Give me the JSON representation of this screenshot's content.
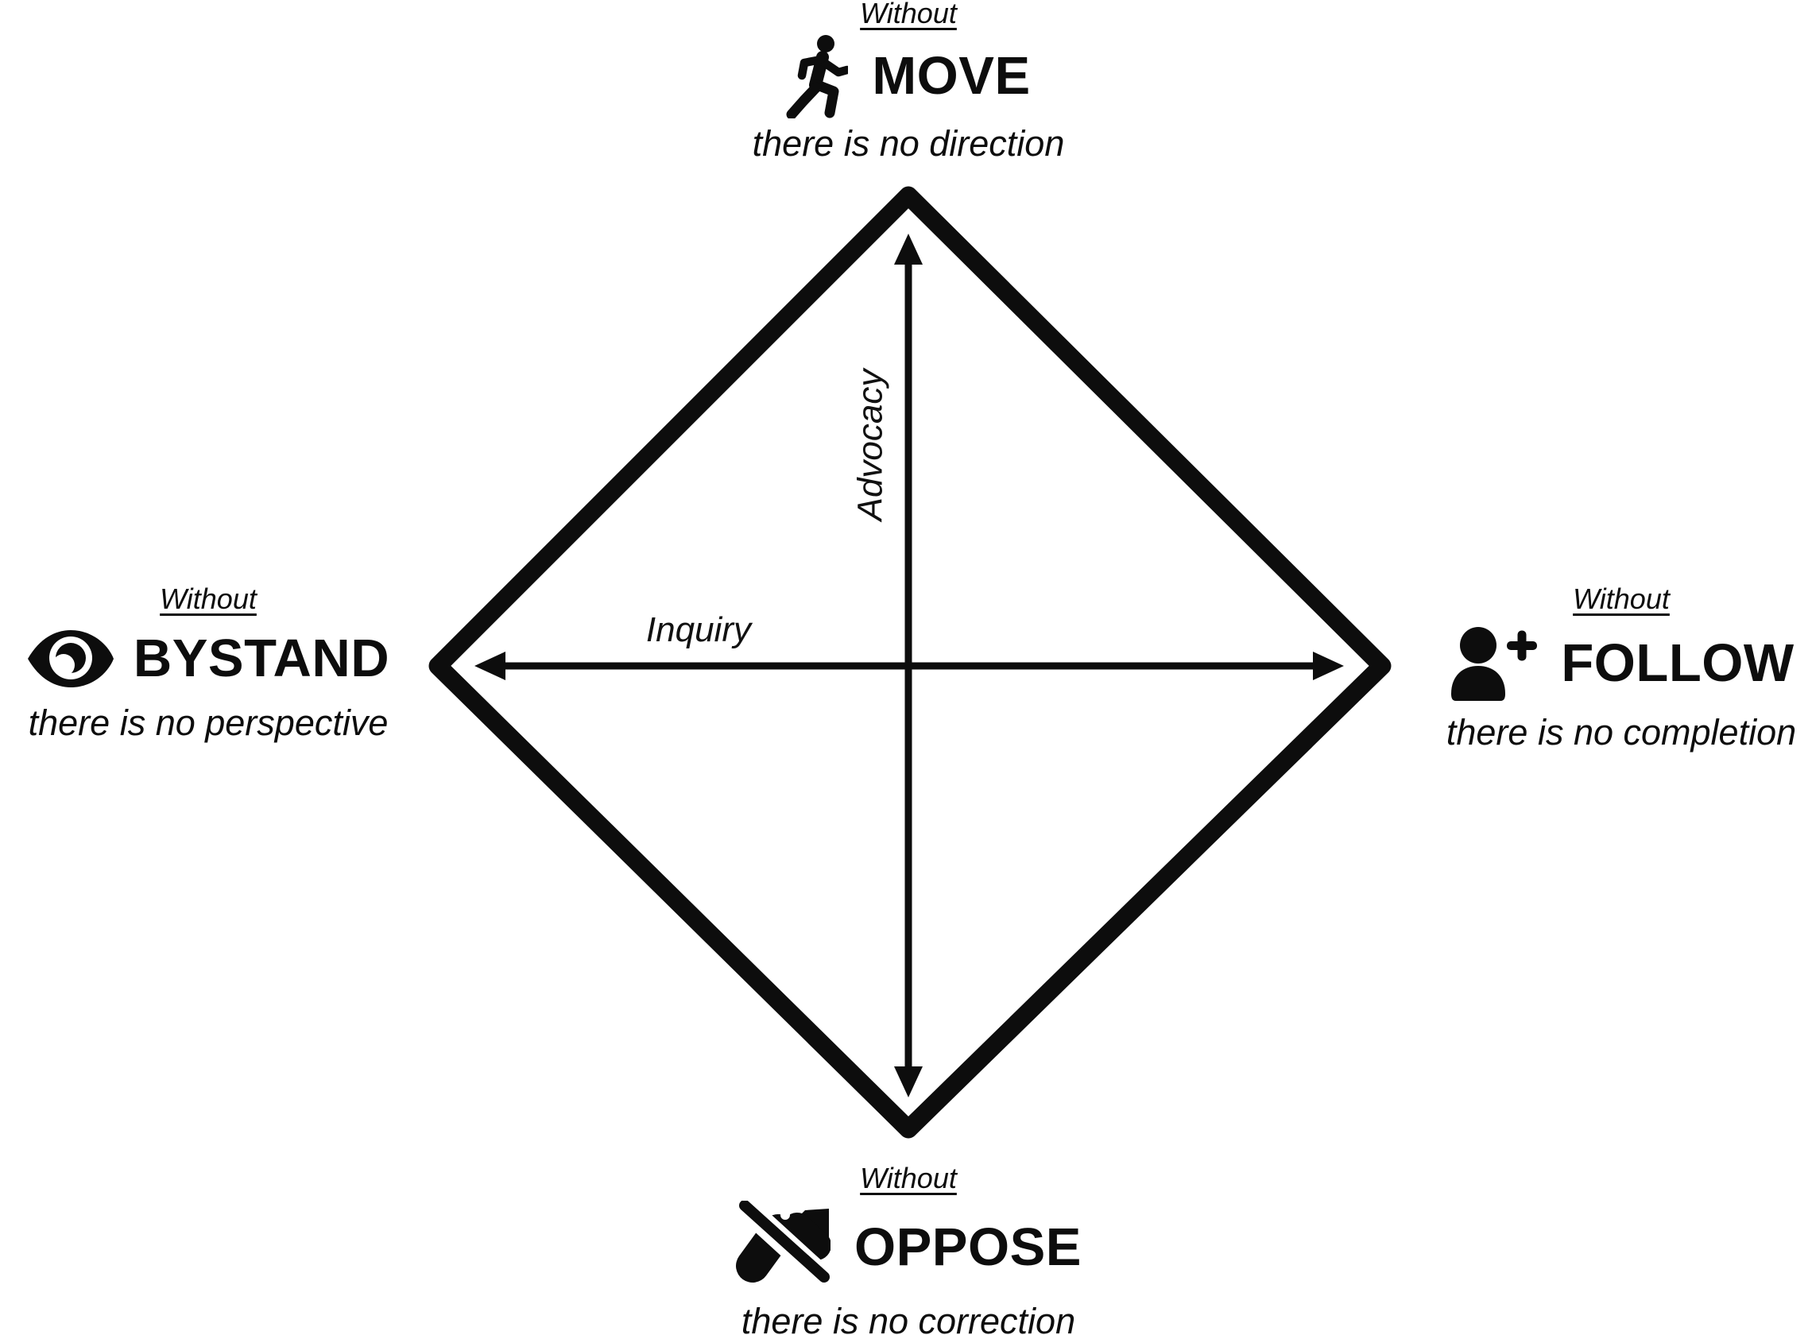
{
  "diagram": {
    "colors": {
      "ink": "#0d0d0d",
      "background": "#ffffff"
    },
    "axes": {
      "vertical_label": "Advocacy",
      "horizontal_label": "Inquiry"
    },
    "nodes": {
      "top": {
        "prefix": "Without",
        "label": "MOVE",
        "tagline": "there is no direction",
        "icon": "person-running-icon"
      },
      "left": {
        "prefix": "Without",
        "label": "BYSTAND",
        "tagline": "there is no perspective",
        "icon": "eye-icon"
      },
      "right": {
        "prefix": "Without",
        "label": "FOLLOW",
        "tagline": "there is no completion",
        "icon": "person-plus-icon"
      },
      "bottom": {
        "prefix": "Without",
        "label": "OPPOSE",
        "tagline": "there is no correction",
        "icon": "handshake-slash-icon"
      }
    }
  }
}
